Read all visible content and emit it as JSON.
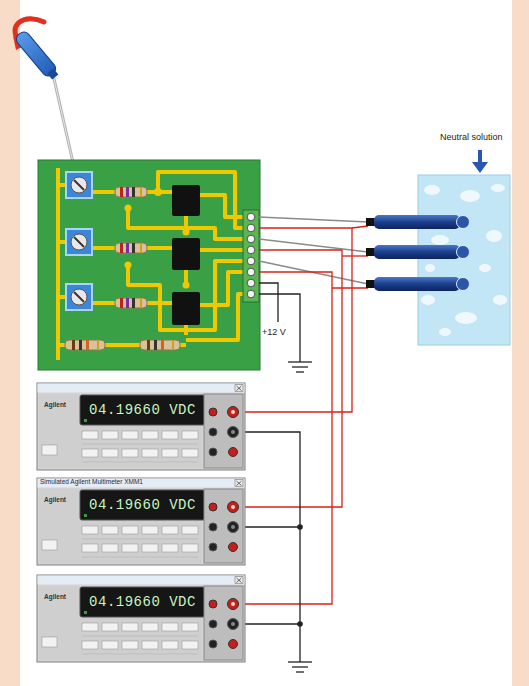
{
  "diagram": {
    "nodes": [
      {
        "text": [
          "Neutral solution"
        ]
      },
      {
        "text": [
          "Agilent",
          "04.19660 VDC"
        ]
      },
      {
        "text": [
          "Simulated Agilent Multimeter XMM1",
          "Agilent",
          "04.19660 VDC"
        ]
      },
      {
        "text": [
          "Agilent",
          "04.19660 VDC"
        ]
      }
    ],
    "labels": [
      "+12 V"
    ]
  }
}
